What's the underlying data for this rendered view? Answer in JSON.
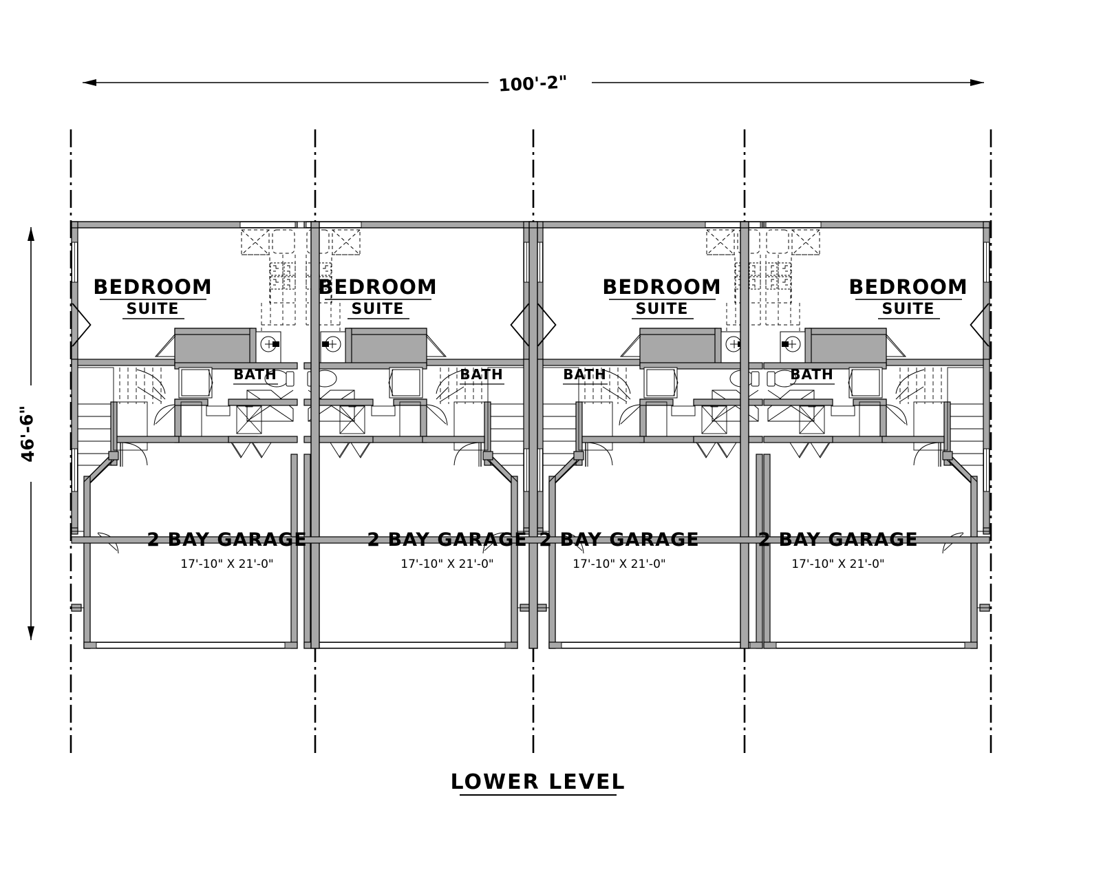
{
  "drawing": {
    "title": "LOWER LEVEL",
    "type": "architectural-floor-plan",
    "sheet_background": "#ffffff",
    "line_color": "#000000",
    "wall_fill": "#a8a8a8"
  },
  "dimensions": {
    "overall_width": "100'-2\"",
    "overall_depth": "46'-6\"",
    "width_label": "100'-2\"",
    "depth_label": "46'-6\""
  },
  "units": [
    {
      "index": 1,
      "mirrored": false,
      "bedroom_label_line1": "BEDROOM",
      "bedroom_label_line2": "SUITE",
      "bath_label": "BATH",
      "garage_label": "2 BAY GARAGE",
      "garage_dims": "17'-10\" X 21'-0\""
    },
    {
      "index": 2,
      "mirrored": true,
      "bedroom_label_line1": "BEDROOM",
      "bedroom_label_line2": "SUITE",
      "bath_label": "BATH",
      "garage_label": "2 BAY GARAGE",
      "garage_dims": "17'-10\" X 21'-0\""
    },
    {
      "index": 3,
      "mirrored": false,
      "bedroom_label_line1": "BEDROOM",
      "bedroom_label_line2": "SUITE",
      "bath_label": "BATH",
      "garage_label": "2 BAY GARAGE",
      "garage_dims": "17'-10\" X 21'-0\""
    },
    {
      "index": 4,
      "mirrored": true,
      "bedroom_label_line1": "BEDROOM",
      "bedroom_label_line2": "SUITE",
      "bath_label": "BATH",
      "garage_label": "2 BAY GARAGE",
      "garage_dims": "17'-10\" X 21'-0\""
    }
  ],
  "fixtures": {
    "washer": "washer-symbol",
    "dryer": "dryer-symbol",
    "toilet": "toilet-fixture",
    "sink": "sink-fixture",
    "shower": "shower-pan",
    "water_heater": "water-heater",
    "furnace": "furnace-unit",
    "stairs": "stair-run"
  },
  "annotations": {
    "property_line_style": "dash-dot",
    "unit_count": 4,
    "party_walls": 3
  }
}
